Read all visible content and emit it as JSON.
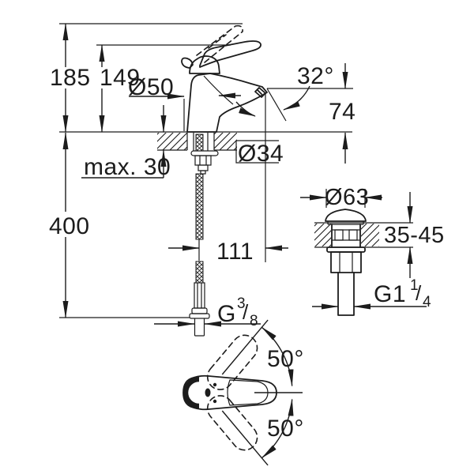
{
  "drawing": {
    "type": "technical-dimension-drawing",
    "subject": "single-lever basin mixer faucet with pop-up drain valve",
    "line_color": "#1c1c1c",
    "background_color": "#ffffff",
    "labels": {
      "height_total": "185",
      "height_spout_line": "149",
      "base_diameter": "Ø50",
      "spout_angle": "32°",
      "spout_outlet_height": "74",
      "mounting_hole_diameter": "Ø34",
      "deck_thickness_max": "max. 30",
      "hose_length": "400",
      "spout_projection": "111",
      "drain_flange_diameter": "Ø63",
      "drain_deck_range": "35-45",
      "handle_swing_up": "50°",
      "handle_swing_down": "50°",
      "supply_thread": {
        "base": "G",
        "sup": "3",
        "slash": "/",
        "sub": "8"
      },
      "drain_thread": {
        "base": "G1",
        "sup": "1",
        "slash": "/",
        "sub": "4"
      }
    }
  }
}
